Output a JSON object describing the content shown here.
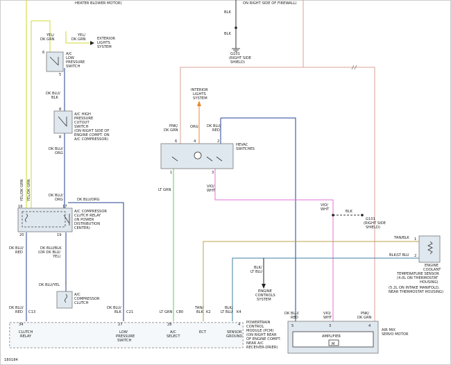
{
  "labels": {
    "top_heater": "HEATER BLOWER MOTOR)",
    "top_firewall": "ON RIGHT SIDE OF FIREWALL)",
    "blk_a": "BLK",
    "blk_b": "BLK",
    "g101_a_1": "G101",
    "g101_a_2": "(RIGHT SIDE",
    "g101_a_3": "SHIELD)",
    "w_yel_dkgrn_a_1": "YEL/",
    "w_yel_dkgrn_a_2": "DK GRN",
    "w_yel_dkgrn_b_1": "YEL/",
    "w_yel_dkgrn_b_2": "DK GRN",
    "ext_lights_1": "EXTERIOR",
    "ext_lights_2": "LIGHTS",
    "ext_lights_3": "SYSTEM",
    "ac_low_1": "A/C",
    "ac_low_2": "LOW",
    "ac_low_3": "PRESSURE",
    "ac_low_4": "SWITCH",
    "dkblu_blk_1": "DK BLU/",
    "dkblu_blk_2": "BLK",
    "ac_high_1": "A/C HIGH",
    "ac_high_2": "PRESSURE",
    "ac_high_3": "CUTOUT",
    "ac_high_4": "SWITCH",
    "ac_high_5": "(ON RIGHT SIDE OF",
    "ac_high_6": "ENGINE COMPT. ON",
    "ac_high_7": "A/C COMPRESSOR)",
    "dkblu_org_1": "DK BLU/",
    "dkblu_org_2": "ORG",
    "yelgrn_vert_1": "YEL/DK GRN",
    "yelgrn_vert_2": "YEL/DK GRN",
    "interior_1": "INTERIOR",
    "interior_2": "LIGHTS",
    "interior_3": "SYSTEM",
    "pnk_dkgrn_1": "PNK/",
    "pnk_dkgrn_2": "DK GRN",
    "org": "ORG",
    "dkblu_red_1": "DK BLU/",
    "dkblu_red_2": "RED",
    "hevac_1": "HEVAC",
    "hevac_2": "SWITCHES",
    "lt_grn": "LT GRN",
    "vio_wht_a_1": "VIO/",
    "vio_wht_a_2": "WHT",
    "vio_wht_b_1": "VIO/",
    "vio_wht_b_2": "WHT",
    "blk_g": "BLK",
    "g101_b_1": "G101",
    "g101_b_2": "(RIGHT SIDE",
    "g101_b_3": "SHIELD)",
    "dkblu_org_c_1": "DK BLU/",
    "dkblu_org_c_2": "ORG",
    "dkblu_org_d": "DK BLU/ORG",
    "clutch_relay_1": "A/C COMPRESSOR",
    "clutch_relay_2": "CLUTCH RELAY",
    "clutch_relay_3": "(IN POWER",
    "clutch_relay_4": "DISTRIBUTION",
    "clutch_relay_5": "CENTER)",
    "tan_blk": "TAN/BLK",
    "ltgrn_ltblu": "BLK/LT BLU",
    "ect_1": "ENGINE",
    "ect_2": "COOLANT",
    "ect_3": "TEMPERATURE SENSOR",
    "ect_4": "(4.0L ON THERMOSTAT",
    "ect_5": "HOUSING)",
    "ect_6": "(5.2L ON INTAKE MANIFOLD,",
    "ect_7": "NEAR THERMOSTAT HOUSING)",
    "dkblu_red_l_1": "DK BLU/",
    "dkblu_red_l_2": "RED",
    "dkblu_blk_l_1": "DK BLU/BLK",
    "dkblu_blk_l_2": "(OR DK BLU/",
    "dkblu_blk_l_3": "YEL)",
    "blk_ltblu_1": "BLK/",
    "blk_ltblu_2": "LT BLU",
    "ecs_1": "ENGINE",
    "ecs_2": "CONTROLS",
    "ecs_3": "SYSTEM",
    "dkblu_yel": "DK BLU/YEL",
    "clutch_1": "A/C",
    "clutch_2": "COMPRESSOR",
    "clutch_3": "CLUTCH",
    "bot_dkblu_red_1": "DK BLU/",
    "bot_dkblu_red_2": "RED",
    "c13": "C13",
    "bot_dkblu_blk_1": "DK BLU/",
    "bot_dkblu_blk_2": "BLK",
    "c21": "C21",
    "bot_ltgrn": "LT GRN",
    "c80": "C80",
    "bot_tan_1": "TAN/",
    "bot_tan_2": "BLK",
    "k2": "K2",
    "bot_blk_1": "BLK/",
    "bot_blk_2": "LT BLU",
    "k4": "K4",
    "bot_dkblu_red2_1": "DK BLU/",
    "bot_dkblu_red2_2": "RED",
    "bot_vio_1": "VIO/",
    "bot_vio_2": "WHT",
    "bot_pnk_1": "PNK/",
    "bot_pnk_2": "DK GRN",
    "pin_34": "34",
    "pin_27": "27",
    "pin_28": "28",
    "pin_4": "4",
    "pcm_clutch_1": "CLUTCH",
    "pcm_clutch_2": "RELAY",
    "pcm_low_1": "LOW",
    "pcm_low_2": "PRESSURE",
    "pcm_low_3": "SWITCH",
    "pcm_ac_1": "A/C",
    "pcm_ac_2": "SELECT",
    "pcm_ect": "ECT",
    "pcm_sensor_1": "SENSOR",
    "pcm_sensor_2": "GROUND",
    "pcm_1": "POWERTRAIN",
    "pcm_2": "CONTROL",
    "pcm_3": "MODULE (PCM)",
    "pcm_4": "(ON RIGHT REAR",
    "pcm_5": "OF ENGINE COMPT.",
    "pcm_6": "NEAR A/C",
    "pcm_7": "RECEIVER-DRIER)",
    "amp_pin_5": "5",
    "amp_pin_3": "3",
    "amp_pin_4": "4",
    "amplifier": "AMPLIFIER",
    "motor": "M",
    "airmix_1": "AIR MIX",
    "airmix_2": "SERVO MOTOR",
    "figure_id": "180184",
    "pins": {
      "p6a": "6",
      "p5a": "5",
      "p8": "8",
      "p8b": "8",
      "p16": "16",
      "p17": "17",
      "p20": "20",
      "p19": "19",
      "p6h": "6",
      "p4h": "4",
      "p2h": "2",
      "p1h": "1",
      "p3h": "3",
      "p1": "1",
      "p2": "2",
      "p1e": "1",
      "p2e": "2"
    }
  },
  "colors": {
    "yel_dkgrn": "#cfd92f",
    "dk_blu": "#1f3f8f",
    "pnk": "#d9a095",
    "org": "#e88a2d",
    "vio": "#6a3e9a",
    "vio_wht": "#e070d8",
    "lt_grn": "#6fd86f",
    "tan": "#b9a24a",
    "lt_blu": "#3f7f9f",
    "blk": "#222222",
    "grid": "#333333"
  }
}
